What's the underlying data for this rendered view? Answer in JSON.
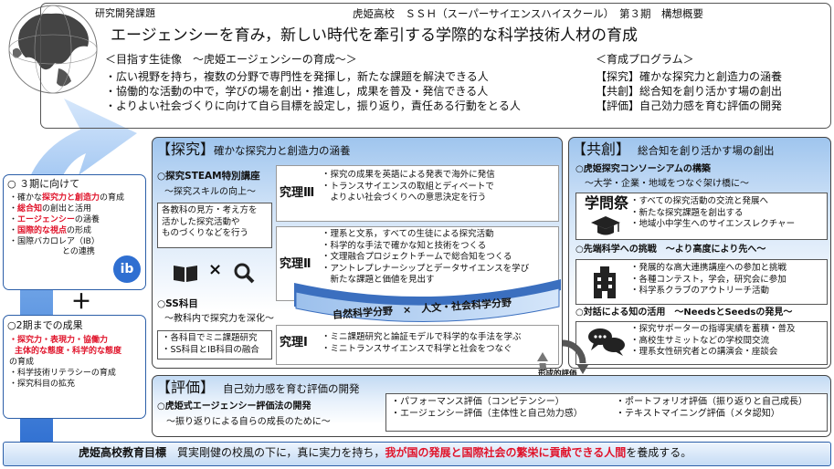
{
  "header": {
    "subject_label": "研究開発課題",
    "school": "虎姫高校　ＳＳＨ（スーパーサイエンスハイスクール）　第３期　構想概要",
    "main_title": "エージェンシーを育み，新しい時代を牽引する学際的な科学技術人材の育成",
    "goal_heading": "＜目指す生徒像　～虎姫エージェンシーの育成～＞",
    "goals": [
      "・広い視野を持ち，複数の分野で専門性を発揮し，新たな課題を解決できる人",
      "・協働的な活動の中で，学びの場を創出・推進し，成果を普及・発信できる人",
      "・よりよい社会づくりに向けて自ら目標を設定し，振り返り，責任ある行動をとる人"
    ],
    "program_heading": "＜育成プログラム＞",
    "programs": [
      "【探究】確かな探究力と創造力の涵養",
      "【共創】総合知を創り活かす場の創出",
      "【評価】自己効力感を育む評価の開発"
    ]
  },
  "left": {
    "phase3_title": "○ ３期に向けて",
    "p3": [
      {
        "pre": "・確かな",
        "red": "探究力と創造力",
        "post": "の育成"
      },
      {
        "pre": "・",
        "red": "総合知",
        "post": "の創出と活用"
      },
      {
        "pre": "・",
        "red": "エージェンシー",
        "post": "の涵養"
      },
      {
        "pre": "・",
        "red": "国際的な視点",
        "post": "の形成"
      },
      {
        "pre": "・国際バカロレア（IB）",
        "red": "",
        "post": ""
      },
      {
        "pre": "との連携",
        "red": "",
        "post": ""
      }
    ],
    "ib_logo": "ib",
    "plus": "＋",
    "phase2_title": "○2期までの成果",
    "p2_red1": "・探究力・表現力・協働力",
    "p2_red2": "主体的な態度・科学的な態度",
    "p2": [
      "の育成",
      "・科学技術リテラシーの育成",
      "・探究科目の拡充"
    ]
  },
  "tankyu": {
    "title": "【探究】",
    "subtitle": "確かな探究力と創造力の涵養",
    "steam_title": "○探究STEAM特別講座",
    "steam_sub": "～探究スキルの向上～",
    "steam_desc": [
      "各教科の見方・考え方を",
      "活かした探究活動や",
      "ものづくりなどを行う"
    ],
    "ss_title": "○SS科目",
    "ss_sub": "～教科内で探究力を深化～",
    "ss_desc": [
      "・各科目でミニ課題研究",
      "・SS科目とIB科目の融合"
    ],
    "level3": "究理Ⅲ",
    "level3_items": [
      "・探究の成果を英語による発表で海外に発信",
      "・トランスサイエンスの取組とディベートで",
      "　よりよい社会づくりへの意思決定を行う"
    ],
    "level2": "究理Ⅱ",
    "level2_items": [
      "・理系と文系，すべての生徒による探究活動",
      "・科学的な手法で確かな知と技術をつくる",
      "・文理融合プロジェクトチームで総合知をつくる",
      "・アントレプレナーシップとデータサイエンスを学び",
      "　新たな課題と価値を見出す"
    ],
    "banner": "自然科学分野　×　人文・社会科学分野",
    "level1": "究理Ⅰ",
    "level1_items": [
      "・ミニ課題研究と論証モデルで科学的な手法を学ぶ",
      "・ミニトランスサイエンスで科学と社会をつなぐ"
    ]
  },
  "kyoso": {
    "title": "【共創】",
    "subtitle": "総合知を創り活かす場の創出",
    "consortium_title": "○虎姫探究コンソーシアムの構築",
    "consortium_sub": "～大学・企業・地域をつなぐ架け橋に～",
    "fest_label": "学問祭",
    "fest_items": [
      "・すべての探究活動の交流と発展へ",
      "・新たな探究課題を創出する",
      "・地域小中学生へのサイエンスレクチャー"
    ],
    "adv_title": "○先端科学への挑戦　～より高度により先へ～",
    "adv_items": [
      "・発展的な高大連携講座への参加と挑戦",
      "・各種コンテスト，学会，研究会に参加",
      "・科学系クラブのアウトリーチ活動"
    ],
    "dialog_title": "○対話による知の活用　～NeedsとSeedsの発見～",
    "dialog_items": [
      "・探究サポーターの指導実績を蓄積・普及",
      "・高校生サミットなどの学校間交流",
      "・理系女性研究者との講演会・座談会"
    ]
  },
  "cycle_label": "形成的評価",
  "hyoka": {
    "title": "【評価】",
    "subtitle": "自己効力感を育む評価の開発",
    "sub_title": "○虎姫式エージェンシー評価法の開発",
    "sub_sub": "～振り返りによる自らの成長のために～",
    "items_left": [
      "・パフォーマンス評価（コンピテンシー）",
      "・エージェンシー評価（主体性と自己効力感）"
    ],
    "items_right": [
      "・ポートフォリオ評価（振り返りと自己成長）",
      "・テキストマイニング評価（メタ認知）"
    ]
  },
  "footer": {
    "label": "虎姫高校教育目標",
    "text1": "質実剛健の校風の下に，真に実力を持ち，",
    "red": "我が国の発展と国際社会の繁栄に貢献できる人間",
    "text2": "を養成する。"
  }
}
